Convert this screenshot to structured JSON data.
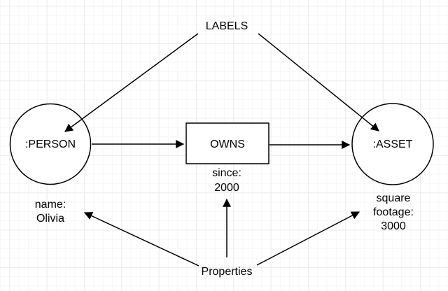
{
  "canvas": {
    "background_color": "#ffffff",
    "grid_minor_color": "#f7f7f7",
    "grid_major_color": "#ececec",
    "stroke_color": "#000000",
    "text_color": "#000000"
  },
  "annotations": {
    "labels_title": "LABELS",
    "properties_title": "Properties"
  },
  "nodes": {
    "person": {
      "label": ":PERSON"
    },
    "asset": {
      "label": ":ASSET"
    }
  },
  "edge": {
    "label": "OWNS"
  },
  "properties": {
    "person": {
      "line1": "name:",
      "line2": "Olivia"
    },
    "edge": {
      "line1": "since:",
      "line2": "2000"
    },
    "asset": {
      "line1": "square",
      "line2": "footage:",
      "line3": "3000"
    }
  }
}
